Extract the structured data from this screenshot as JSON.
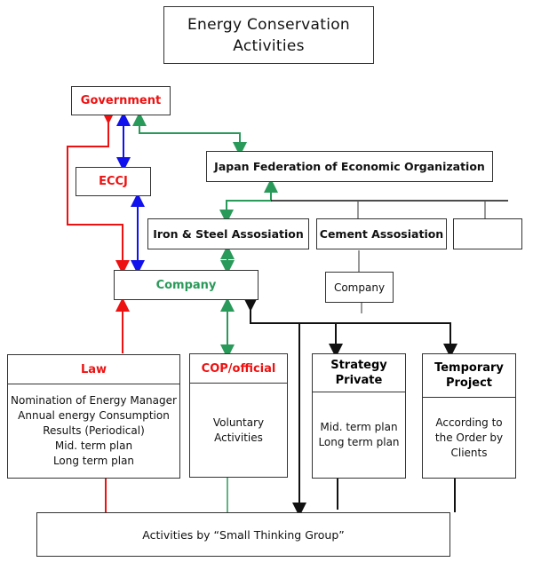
{
  "title": {
    "line1": "Energy Conservation",
    "line2": "Activities"
  },
  "colors": {
    "red": "#ee1111",
    "green": "#2a9a5a",
    "blue": "#1111ee",
    "black": "#111111"
  },
  "nodes": {
    "government": "Government",
    "eccj": "ECCJ",
    "federation": "Japan Federation of Economic Organization",
    "iron_steel": "Iron & Steel Assosiation",
    "cement": "Cement Assosiation",
    "empty_assoc": "",
    "company_main": "Company",
    "company_cement": "Company",
    "small_group": "Activities by “Small Thinking Group”"
  },
  "columns": [
    {
      "head": "Law",
      "lines": [
        "Nomination of Energy Manager",
        "Annual energy Consumption",
        "Results (Periodical)",
        "Mid. term plan",
        "Long term plan"
      ]
    },
    {
      "head": "COP/official",
      "lines": [
        "Voluntary",
        "Activities"
      ]
    },
    {
      "head_lines": [
        "Strategy",
        "Private"
      ],
      "lines": [
        "Mid. term plan",
        "Long term plan"
      ]
    },
    {
      "head_lines": [
        "Temporary",
        "Project"
      ],
      "lines": [
        "According to",
        "the Order by",
        "Clients"
      ]
    }
  ]
}
